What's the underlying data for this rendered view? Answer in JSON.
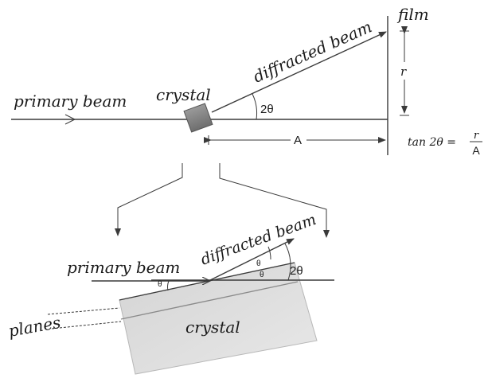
{
  "top": {
    "film_label": "film",
    "diffracted_beam_label": "diffracted beam",
    "crystal_label": "crystal",
    "primary_beam_label": "primary beam",
    "angle_label": "2θ",
    "r_label": "r",
    "a_label": "A",
    "formula": {
      "lhs": "tan 2θ =",
      "numerator": "r",
      "denominator": "A"
    }
  },
  "bottom": {
    "primary_beam_label": "primary beam",
    "diffracted_beam_label": "diffracted beam",
    "theta_incident": "θ",
    "theta_upper": "θ",
    "theta_lower": "θ",
    "two_theta": "2θ",
    "planes_label": "planes",
    "crystal_label": "crystal"
  },
  "colors": {
    "ink": "#3a3a3a",
    "crystal_fill_top": "#8f8f8f",
    "crystal_fill_bottom": "#dcdcdc"
  }
}
